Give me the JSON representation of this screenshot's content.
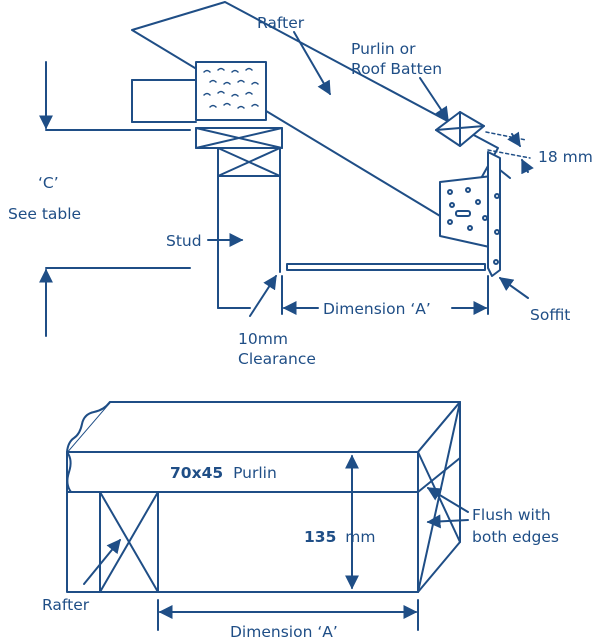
{
  "top_diagram": {
    "labels": {
      "rafter": "Rafter",
      "purlin_line1": "Purlin or",
      "purlin_line2": "Roof Batten",
      "gap_18mm": "18 mm",
      "c_label": "‘C’",
      "see_table": "See table",
      "stud": "Stud",
      "clearance_line1": "10mm",
      "clearance_line2": "Clearance",
      "dimension_a": "Dimension ‘A’",
      "soffit": "Soffit"
    }
  },
  "bottom_diagram": {
    "labels": {
      "purlin_size": "70x45",
      "purlin_word": "Purlin",
      "depth_value": "135",
      "depth_unit": "mm",
      "flush_line1": "Flush with",
      "flush_line2": "both edges",
      "rafter": "Rafter",
      "dimension_a": "Dimension ‘A’"
    }
  },
  "colors": {
    "ink": "#1f4e86",
    "background": "#ffffff"
  }
}
